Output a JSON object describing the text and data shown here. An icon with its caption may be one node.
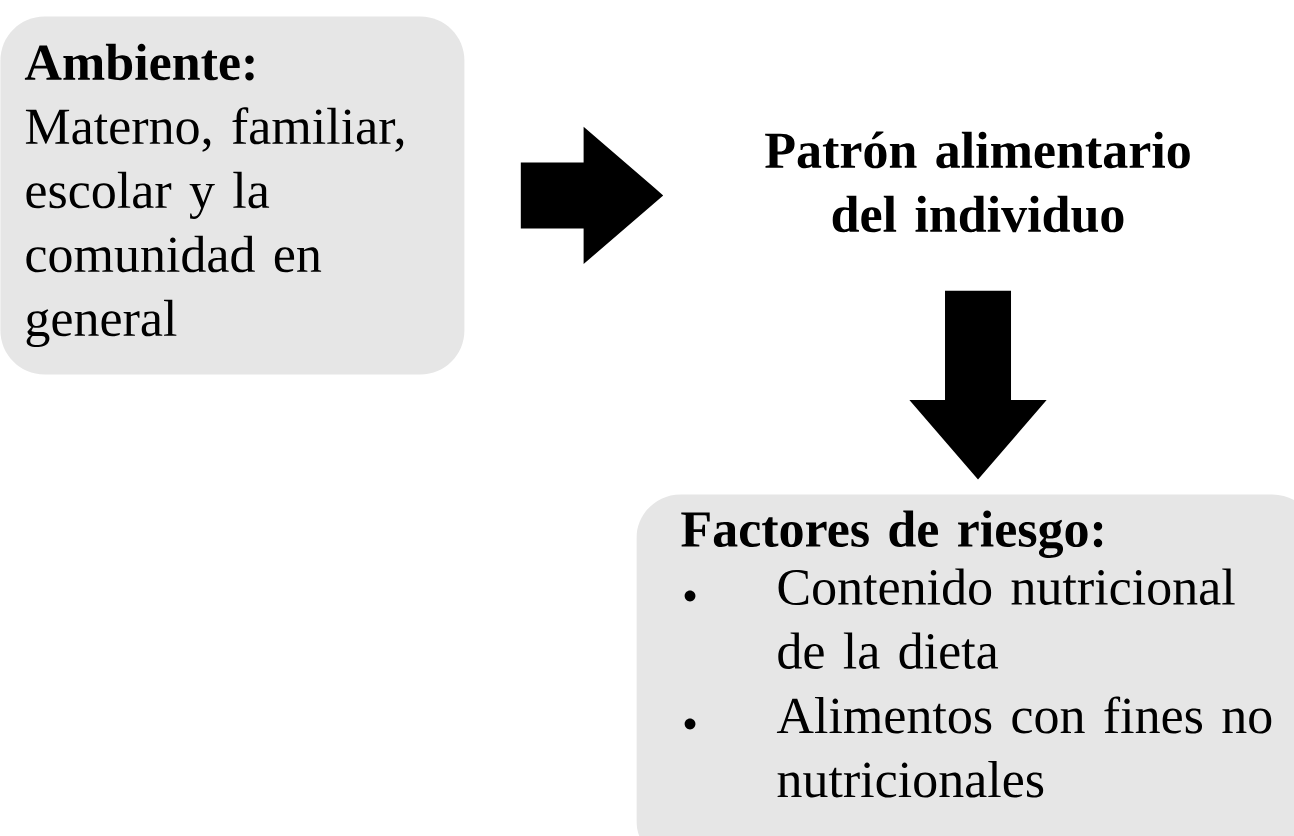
{
  "diagram": {
    "nodes": [
      {
        "text": [
          "Ambiente:",
          "Materno, familiar, escolar y la comunidad en general"
        ]
      },
      {
        "text": [
          "Patrón alimentario del individuo"
        ]
      },
      {
        "text": [
          "Factores de riesgo:",
          "Contenido nutricional de la dieta",
          "Alimentos con fines no nutricionales"
        ]
      }
    ],
    "edges": [
      {
        "from": 0,
        "to": 1,
        "arrow": "to"
      },
      {
        "from": 1,
        "to": 2,
        "arrow": "to"
      }
    ]
  }
}
